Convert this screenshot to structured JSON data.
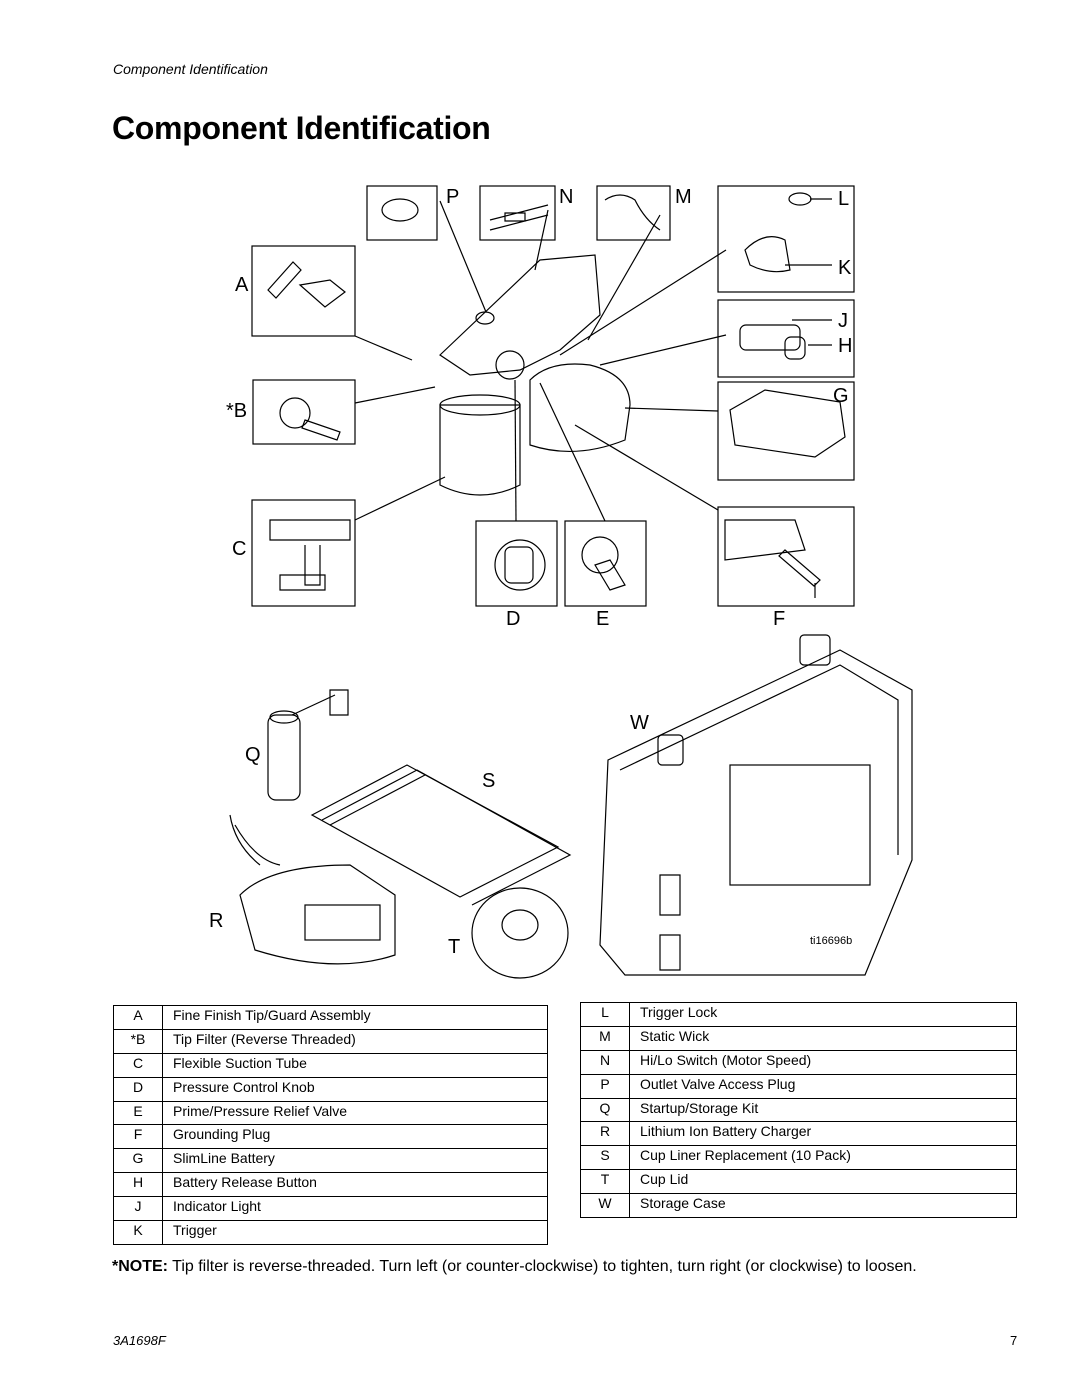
{
  "header": {
    "running_head": "Component Identification"
  },
  "page_title": "Component Identification",
  "figure": {
    "callouts": {
      "A": "A",
      "B": "*B",
      "C": "C",
      "D": "D",
      "E": "E",
      "F": "F",
      "G": "G",
      "H": "H",
      "J": "J",
      "K": "K",
      "L": "L",
      "M": "M",
      "N": "N",
      "P": "P",
      "Q": "Q",
      "R": "R",
      "S": "S",
      "T": "T",
      "W": "W"
    },
    "figure_id": "ti16696b"
  },
  "legend_left": [
    {
      "key": "A",
      "desc": "Fine Finish Tip/Guard Assembly"
    },
    {
      "key": "*B",
      "desc": "Tip Filter (Reverse Threaded)"
    },
    {
      "key": "C",
      "desc": "Flexible Suction Tube"
    },
    {
      "key": "D",
      "desc": "Pressure Control Knob"
    },
    {
      "key": "E",
      "desc": "Prime/Pressure Relief Valve"
    },
    {
      "key": "F",
      "desc": "Grounding Plug"
    },
    {
      "key": "G",
      "desc": "SlimLine Battery"
    },
    {
      "key": "H",
      "desc": "Battery Release Button"
    },
    {
      "key": "J",
      "desc": "Indicator Light"
    },
    {
      "key": "K",
      "desc": "Trigger"
    }
  ],
  "legend_right": [
    {
      "key": "L",
      "desc": "Trigger Lock"
    },
    {
      "key": "M",
      "desc": "Static Wick"
    },
    {
      "key": "N",
      "desc": "Hi/Lo Switch (Motor Speed)"
    },
    {
      "key": "P",
      "desc": "Outlet Valve Access Plug"
    },
    {
      "key": "Q",
      "desc": "Startup/Storage Kit"
    },
    {
      "key": "R",
      "desc": "Lithium Ion Battery Charger"
    },
    {
      "key": "S",
      "desc": "Cup Liner Replacement (10 Pack)"
    },
    {
      "key": "T",
      "desc": "Cup Lid"
    },
    {
      "key": "W",
      "desc": "Storage Case"
    }
  ],
  "note": {
    "label": "*NOTE:",
    "text": " Tip filter is reverse-threaded. Turn left (or counter-clockwise) to tighten, turn right (or clockwise) to loosen."
  },
  "footer": {
    "doc_number": "3A1698F",
    "page_number": "7"
  }
}
